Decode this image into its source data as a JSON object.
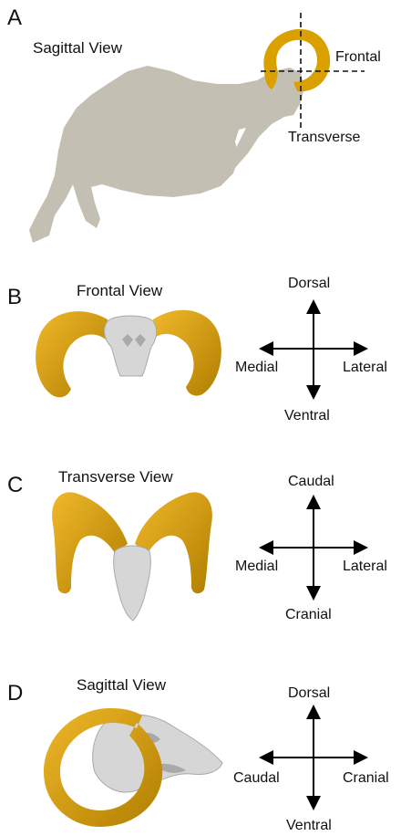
{
  "panels": {
    "a": {
      "letter": "A",
      "view_title": "Sagittal View",
      "plane_frontal": "Frontal",
      "plane_transverse": "Transverse",
      "colors": {
        "body": "#c4bfb3",
        "horn": "#d9a000",
        "line": "#111111"
      }
    },
    "b": {
      "letter": "B",
      "view_title": "Frontal View",
      "compass": {
        "top": "Dorsal",
        "bottom": "Ventral",
        "left": "Medial",
        "right": "Lateral"
      }
    },
    "c": {
      "letter": "C",
      "view_title": "Transverse View",
      "compass": {
        "top": "Caudal",
        "bottom": "Cranial",
        "left": "Medial",
        "right": "Lateral"
      }
    },
    "d": {
      "letter": "D",
      "view_title": "Sagittal View",
      "compass": {
        "top": "Dorsal",
        "bottom": "Ventral",
        "left": "Caudal",
        "right": "Cranial"
      }
    }
  },
  "colors": {
    "horn": "#d9a000",
    "horn_dark": "#b07e00",
    "skull": "#d6d6d6",
    "skull_shade": "#a9a9a9",
    "arrow": "#000000"
  }
}
